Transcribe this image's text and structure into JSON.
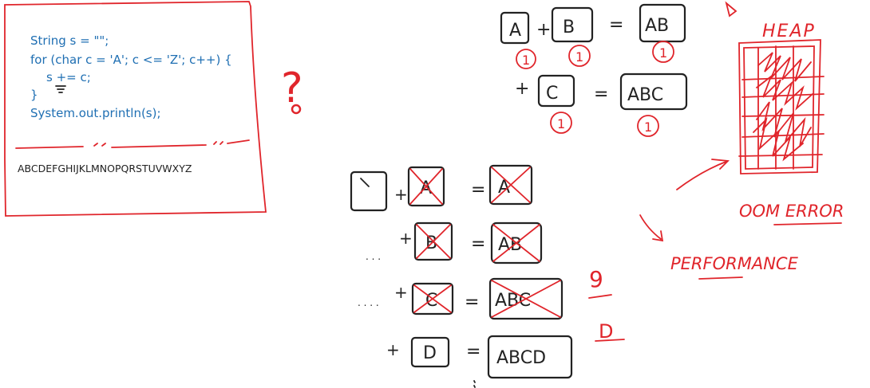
{
  "code_panel": {
    "lines": [
      "String s = \"\";",
      "for (char c = 'A'; c <= 'Z'; c++) {",
      "s += c;",
      "}",
      "System.out.println(s);"
    ],
    "output": "ABCDEFGHIJKLMNOPQRSTUVWXYZ",
    "question_mark": "?"
  },
  "top_diagram": {
    "row1": {
      "left": "A",
      "op": "+",
      "right": "B",
      "eq": "=",
      "result": "AB",
      "counts": [
        "1",
        "1",
        "1"
      ]
    },
    "row2": {
      "op": "+",
      "right": "C",
      "eq": "=",
      "result": "ABC",
      "counts": [
        "1",
        "1"
      ]
    }
  },
  "bottom_diagram": {
    "rows": [
      {
        "prefix": "",
        "op": "+",
        "term": "A",
        "eq": "=",
        "result": "A"
      },
      {
        "prefix": ". . .",
        "op": "+",
        "term": "B",
        "eq": "=",
        "result": "AB"
      },
      {
        "prefix": ". . . .",
        "op": "+",
        "term": "C",
        "eq": "=",
        "result": "ABC"
      },
      {
        "prefix": "",
        "op": "+",
        "term": "D",
        "eq": "=",
        "result": "ABCD"
      }
    ],
    "side_marks": [
      "9",
      "D"
    ]
  },
  "heap": {
    "label": "HEAP",
    "oom_label": "OOM ERROR",
    "performance_label": "PERFORMANCE"
  },
  "colors": {
    "ink": "#222222",
    "code_blue": "#1f6fb3",
    "red": "#e0252b"
  }
}
